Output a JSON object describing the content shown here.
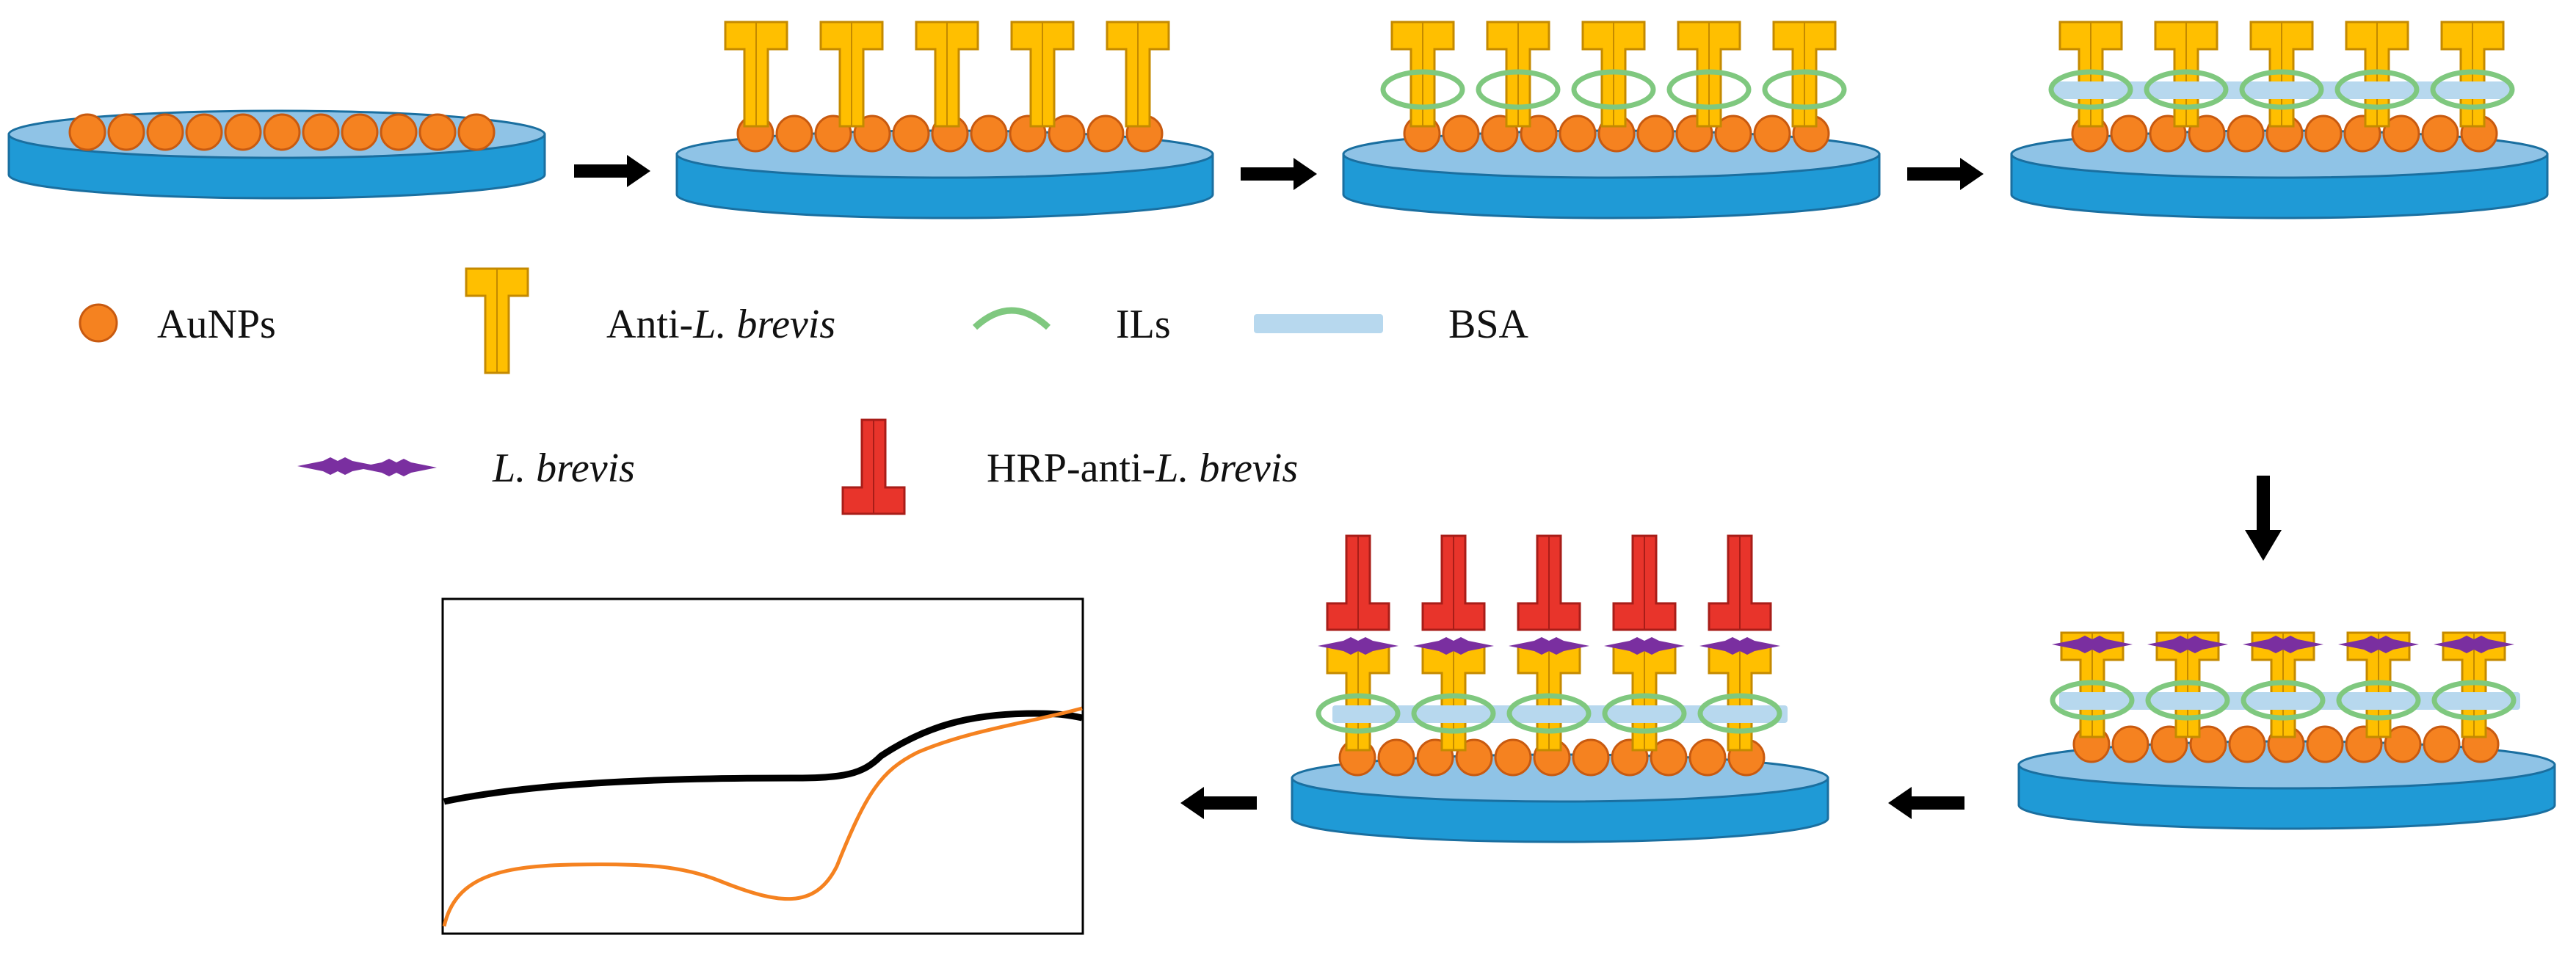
{
  "legend": {
    "aunps": "AuNPs",
    "anti_prefix": "Anti-",
    "anti_italic": "L. brevis",
    "ils": "ILs",
    "bsa": "BSA",
    "lbrevis": "L. brevis",
    "hrp_prefix": "HRP-anti-",
    "hrp_italic": "L. brevis"
  },
  "colors": {
    "electrode_top": "#8fc3e6",
    "electrode_side": "#1f9ad6",
    "electrode_edge": "#1a6fa0",
    "aunp_fill": "#f58220",
    "aunp_edge": "#c85a10",
    "antibody_fill": "#ffbf00",
    "antibody_edge": "#c48a00",
    "il_stroke": "#7fc87f",
    "bsa_fill": "#b7d8ee",
    "bacteria": "#7a2fa0",
    "hrp_fill": "#e8342b",
    "hrp_edge": "#a81d18",
    "arrow": "#000000",
    "curve_bare": "#000000",
    "curve_modified": "#f58220"
  },
  "icons": {
    "arrow": "black-arrow",
    "aunp": "orange-circle",
    "antibody": "yellow-t-shape",
    "il": "green-ring",
    "bsa": "light-blue-bar",
    "bacterium": "purple-star-cluster",
    "hrp_antibody": "red-inverted-t-shape"
  }
}
